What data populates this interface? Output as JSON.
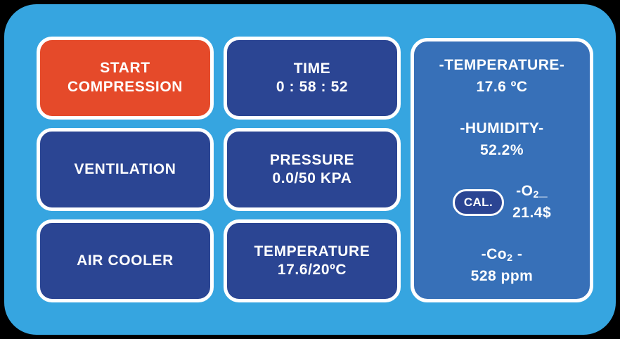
{
  "device": {
    "body_color": "#36A5E0",
    "tile_color": "#2B4593",
    "accent_color": "#E54A2A",
    "panel_color": "#3770B8",
    "border_color": "#FFFFFF"
  },
  "controls": [
    {
      "name": "start-compression",
      "label_line1": "START",
      "label_line2": "COMPRESSION",
      "state": "active"
    },
    {
      "name": "ventilation",
      "label_line1": "VENTILATION",
      "label_line2": "",
      "state": "idle"
    },
    {
      "name": "air-cooler",
      "label_line1": "AIR COOLER",
      "label_line2": "",
      "state": "idle"
    }
  ],
  "readouts": [
    {
      "name": "time",
      "label": "TIME",
      "value": "0 : 58 : 52"
    },
    {
      "name": "pressure",
      "label": "PRESSURE",
      "value": "0.0/50 KPA"
    },
    {
      "name": "temperature",
      "label": "TEMPERATURE",
      "value": "17.6/20ºC"
    }
  ],
  "sensors": {
    "temperature": {
      "label": "-TEMPERATURE-",
      "value": "17.6 ºC"
    },
    "humidity": {
      "label": "-HUMIDITY-",
      "value": "52.2%"
    },
    "oxygen": {
      "label_prefix": "-O",
      "label_sub": "2",
      "label_suffix": "_",
      "value": "21.4$",
      "cal_label": "CAL."
    },
    "carbon_dioxide": {
      "label_prefix": "-Co",
      "label_sub": "2",
      "label_suffix": " -",
      "value": "528 ppm"
    }
  }
}
